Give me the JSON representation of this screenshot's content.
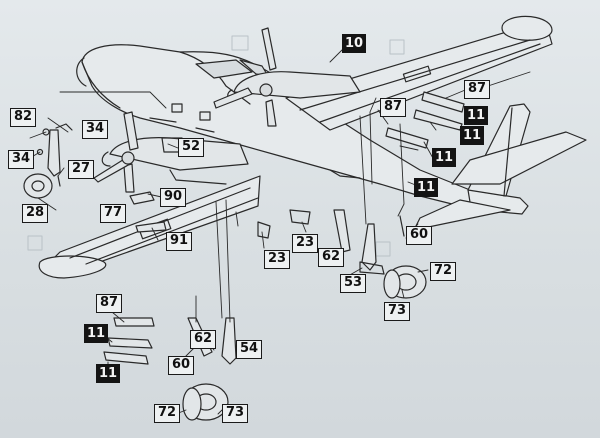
{
  "labels": {
    "l10": "10",
    "l87a": "87",
    "l87b": "87",
    "l87c": "87",
    "l82": "82",
    "l34a": "34",
    "l34b": "34",
    "l27": "27",
    "l28": "28",
    "l52": "52",
    "l11a": "11",
    "l11b": "11",
    "l11c": "11",
    "l11d": "11",
    "l11e": "11",
    "l11f": "11",
    "l90": "90",
    "l77": "77",
    "l91": "91",
    "l23a": "23",
    "l23b": "23",
    "l62a": "62",
    "l62b": "62",
    "l60a": "60",
    "l60b": "60",
    "l53": "53",
    "l72a": "72",
    "l72b": "72",
    "l73a": "73",
    "l73b": "73",
    "l54": "54"
  },
  "colors": {
    "line": "#2a2a2a",
    "paper": "#dde3e6",
    "label_fill": "#141414"
  }
}
